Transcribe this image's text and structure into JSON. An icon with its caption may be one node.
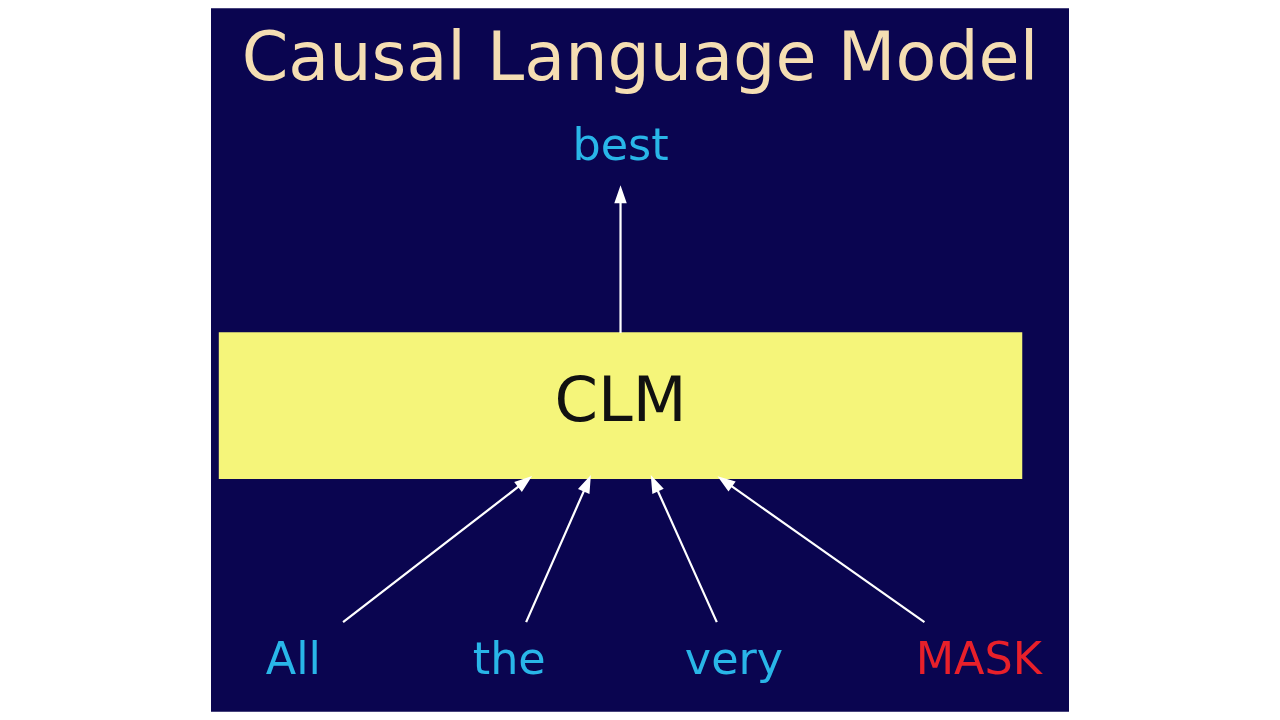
{
  "diagram": {
    "title": "Causal Language Model",
    "nodes": [
      {
        "text": [
          "CLM"
        ]
      },
      {
        "text": [
          "best"
        ]
      },
      {
        "text": [
          "All"
        ]
      },
      {
        "text": [
          "the"
        ]
      },
      {
        "text": [
          "very"
        ]
      },
      {
        "text": [
          "MASK"
        ]
      }
    ],
    "edges": [
      {
        "from": 2,
        "to": 0,
        "arrow": "to"
      },
      {
        "from": 3,
        "to": 0,
        "arrow": "to"
      },
      {
        "from": 4,
        "to": 0,
        "arrow": "to"
      },
      {
        "from": 5,
        "to": 0,
        "arrow": "to"
      },
      {
        "from": 0,
        "to": 1,
        "arrow": "to"
      }
    ]
  }
}
